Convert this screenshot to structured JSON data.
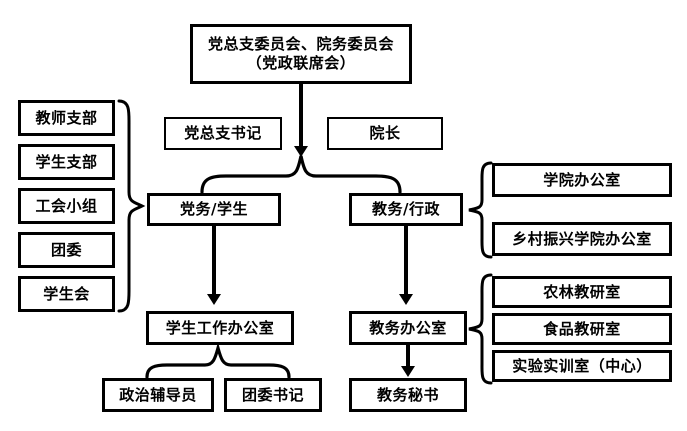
{
  "diagram": {
    "title_box": {
      "line1": "党总支委员会、院务委员会",
      "line2": "（党政联席会）"
    },
    "leaders": [
      {
        "label": "党总支书记"
      },
      {
        "label": "院长"
      }
    ],
    "branches": [
      {
        "label": "党务/学生"
      },
      {
        "label": "教务/行政"
      }
    ],
    "left_group": [
      {
        "label": "教师支部"
      },
      {
        "label": "学生支部"
      },
      {
        "label": "工会小组"
      },
      {
        "label": "团委"
      },
      {
        "label": "学生会"
      }
    ],
    "right_group_upper": [
      {
        "label": "学院办公室"
      },
      {
        "label": "乡村振兴学院办公室"
      }
    ],
    "right_group_lower": [
      {
        "label": "农林教研室"
      },
      {
        "label": "食品教研室"
      },
      {
        "label": "实验实训室（中心）"
      }
    ],
    "student_office": {
      "label": "学生工作办公室"
    },
    "student_office_children": [
      {
        "label": "政治辅导员"
      },
      {
        "label": "团委书记"
      }
    ],
    "academic_office": {
      "label": "教务办公室"
    },
    "academic_secretary": {
      "label": "教务秘书"
    },
    "colors": {
      "line": "#000000",
      "box_fill": "#ffffff",
      "text": "#000000",
      "background": "#ffffff"
    }
  }
}
